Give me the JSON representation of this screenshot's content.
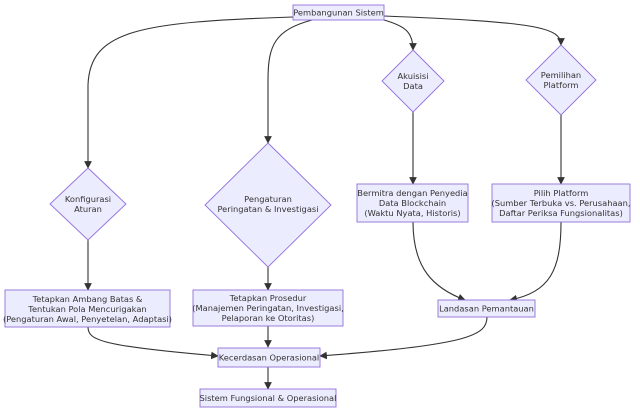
{
  "nodes": {
    "pembangunan_sistem": "Pembangunan Sistem",
    "konfigurasi_aturan": [
      "Konfigurasi",
      "Aturan"
    ],
    "pengaturan_peringatan": [
      "Pengaturan",
      "Peringatan & Investigasi"
    ],
    "akuisisi_data": [
      "Akuisisi",
      "Data"
    ],
    "pemilihan_platform": [
      "Pemilihan",
      "Platform"
    ],
    "bermitra": [
      "Bermitra dengan Penyedia",
      "Data Blockchain",
      "(Waktu Nyata, Historis)"
    ],
    "pilih_platform": [
      "Pilih Platform",
      "(Sumber Terbuka vs. Perusahaan,",
      "Daftar Periksa Fungsionalitas)"
    ],
    "tetapkan_ambang": [
      "Tetapkan Ambang Batas &",
      "Tentukan Pola Mencurigakan",
      "(Pengaturan Awal, Penyetelan, Adaptasi)"
    ],
    "tetapkan_prosedur": [
      "Tetapkan Prosedur",
      "(Manajemen Peringatan, Investigasi,",
      "Pelaporan ke Otoritas)"
    ],
    "landasan_pemantauan": "Landasan Pemantauan",
    "kecerdasan_operasional": "Kecerdasan Operasional",
    "sistem_fungsional": "Sistem Fungsional & Operasional"
  }
}
